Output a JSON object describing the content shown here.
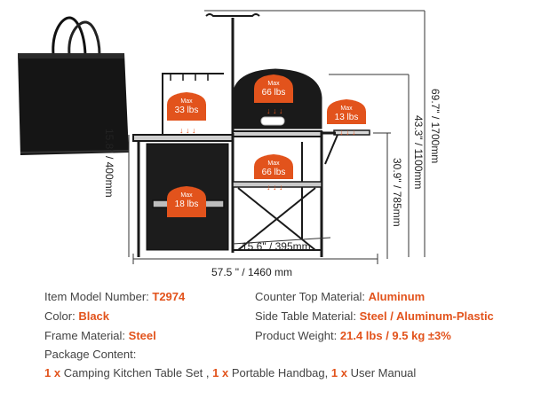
{
  "dimensions": {
    "total_height": "69.7\" / 1700mm",
    "table_height": "43.3\" / 1100mm",
    "counter_height": "30.9\" / 785mm",
    "side_height": "15.8\" / 400mm",
    "depth": "15.6\" / 395mm",
    "width": "57.5 \" / 1460 mm"
  },
  "load_badges": [
    {
      "max": "Max",
      "weight": "33 lbs"
    },
    {
      "max": "Max",
      "weight": "66 lbs"
    },
    {
      "max": "Max",
      "weight": "13 lbs"
    },
    {
      "max": "Max",
      "weight": "66 lbs"
    },
    {
      "max": "Max",
      "weight": "18 lbs"
    }
  ],
  "specs": {
    "model_label": "Item Model Number:",
    "model_value": "T2974",
    "color_label": "Color:",
    "color_value": "Black",
    "frame_label": "Frame Material:",
    "frame_value": "Steel",
    "counter_label": "Counter Top Material:",
    "counter_value": "Aluminum",
    "side_label": "Side Table Material:",
    "side_value": "Steel / Aluminum-Plastic",
    "weight_label": "Product Weight:",
    "weight_value": "21.4 lbs / 9.5 kg ±3%",
    "package_label": "Package Content:"
  },
  "package": {
    "q1": "1 x",
    "item1": "Camping Kitchen Table Set ,",
    "q2": "1 x",
    "item2": "Portable Handbag,",
    "q3": "1 x",
    "item3": "User Manual"
  },
  "colors": {
    "accent": "#e2531c",
    "frame": "#1a1a1a",
    "badge": "#e2531c"
  }
}
